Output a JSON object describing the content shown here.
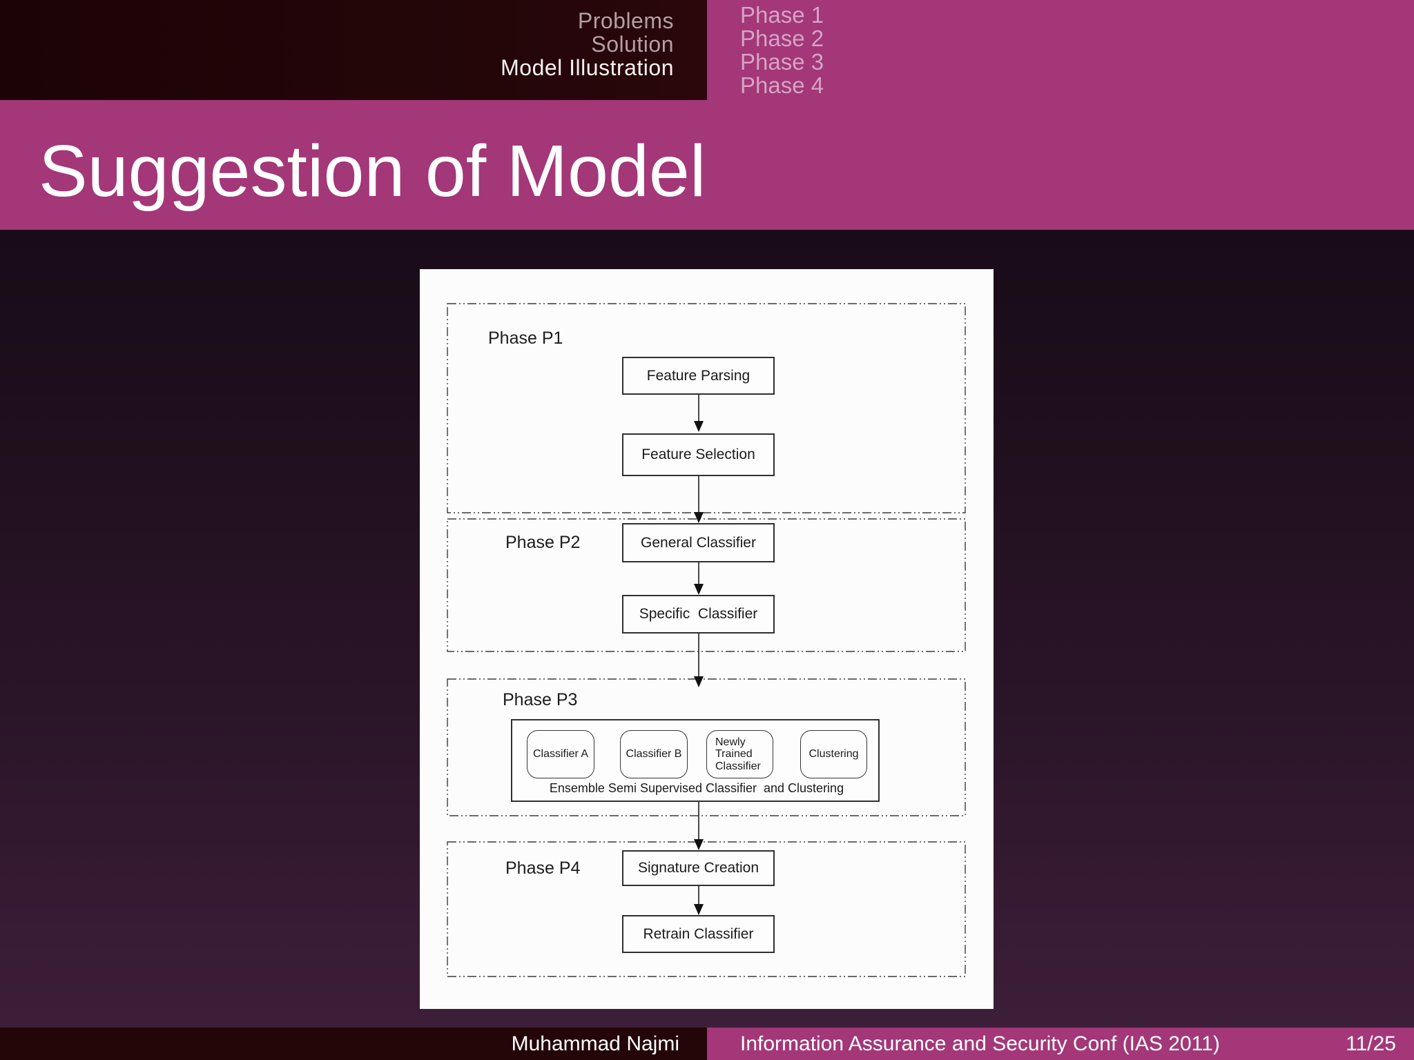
{
  "header": {
    "nav": [
      {
        "label": "Problems",
        "active": false
      },
      {
        "label": "Solution",
        "active": false
      },
      {
        "label": "Model Illustration",
        "active": true
      }
    ],
    "phases": [
      {
        "label": "Phase 1"
      },
      {
        "label": "Phase 2"
      },
      {
        "label": "Phase 3"
      },
      {
        "label": "Phase 4"
      }
    ]
  },
  "title": "Suggestion of Model",
  "diagram": {
    "p1": {
      "label": "Phase P1",
      "step1": "Feature Parsing",
      "step2": "Feature Selection"
    },
    "p2": {
      "label": "Phase P2",
      "step1": "General Classifier",
      "step2": "Specific  Classifier"
    },
    "p3": {
      "label": "Phase P3",
      "classifiers": [
        {
          "label": "Classifier A"
        },
        {
          "label": "Classifier B"
        },
        {
          "label": "Newly Trained Classifier"
        },
        {
          "label": "Clustering"
        }
      ],
      "caption": "Ensemble Semi Supervised Classifier  and Clustering"
    },
    "p4": {
      "label": "Phase P4",
      "step1": "Signature Creation",
      "step2": "Retrain Classifier"
    }
  },
  "footer": {
    "author": "Muhammad Najmi",
    "conference": "Information Assurance and Security Conf (IAS 2011)",
    "page": "11/25"
  },
  "colors": {
    "accent_magenta": "#a33778",
    "header_dark": "#240609",
    "phase_text": "#d5a3c6",
    "nav_inactive": "#b3a0a4",
    "background_top": "#190b19",
    "background_bottom": "#3c1e39"
  }
}
